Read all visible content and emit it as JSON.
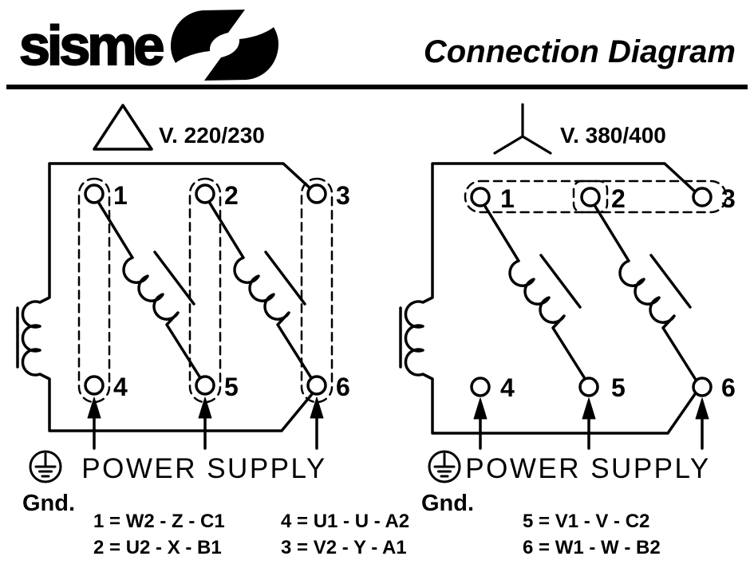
{
  "header": {
    "brand": "sisme",
    "title": "Connection Diagram"
  },
  "diagrams": [
    {
      "name": "delta-connection",
      "symbol": "delta",
      "voltage": "V. 220/230",
      "top_terminals": [
        "1",
        "2",
        "3"
      ],
      "bottom_terminals": [
        "4",
        "5",
        "6"
      ],
      "power_supply_label": "POWER  SUPPLY",
      "ground_label": "Gnd."
    },
    {
      "name": "star-connection",
      "symbol": "star",
      "voltage": "V. 380/400",
      "top_terminals": [
        "1",
        "2",
        "3"
      ],
      "bottom_terminals": [
        "4",
        "5",
        "6"
      ],
      "power_supply_label": "POWER  SUPPLY",
      "ground_label": "Gnd."
    }
  ],
  "legend": {
    "columns": [
      [
        "1 = W2 - Z - C1",
        "2 = U2 - X - B1"
      ],
      [
        "4 = U1 - U - A2",
        "3 = V2 - Y - A1"
      ],
      [
        "5 = V1 - V - C2",
        "6 = W1 - W - B2"
      ]
    ]
  },
  "colors": {
    "ink": "#000000",
    "paper": "#ffffff"
  }
}
